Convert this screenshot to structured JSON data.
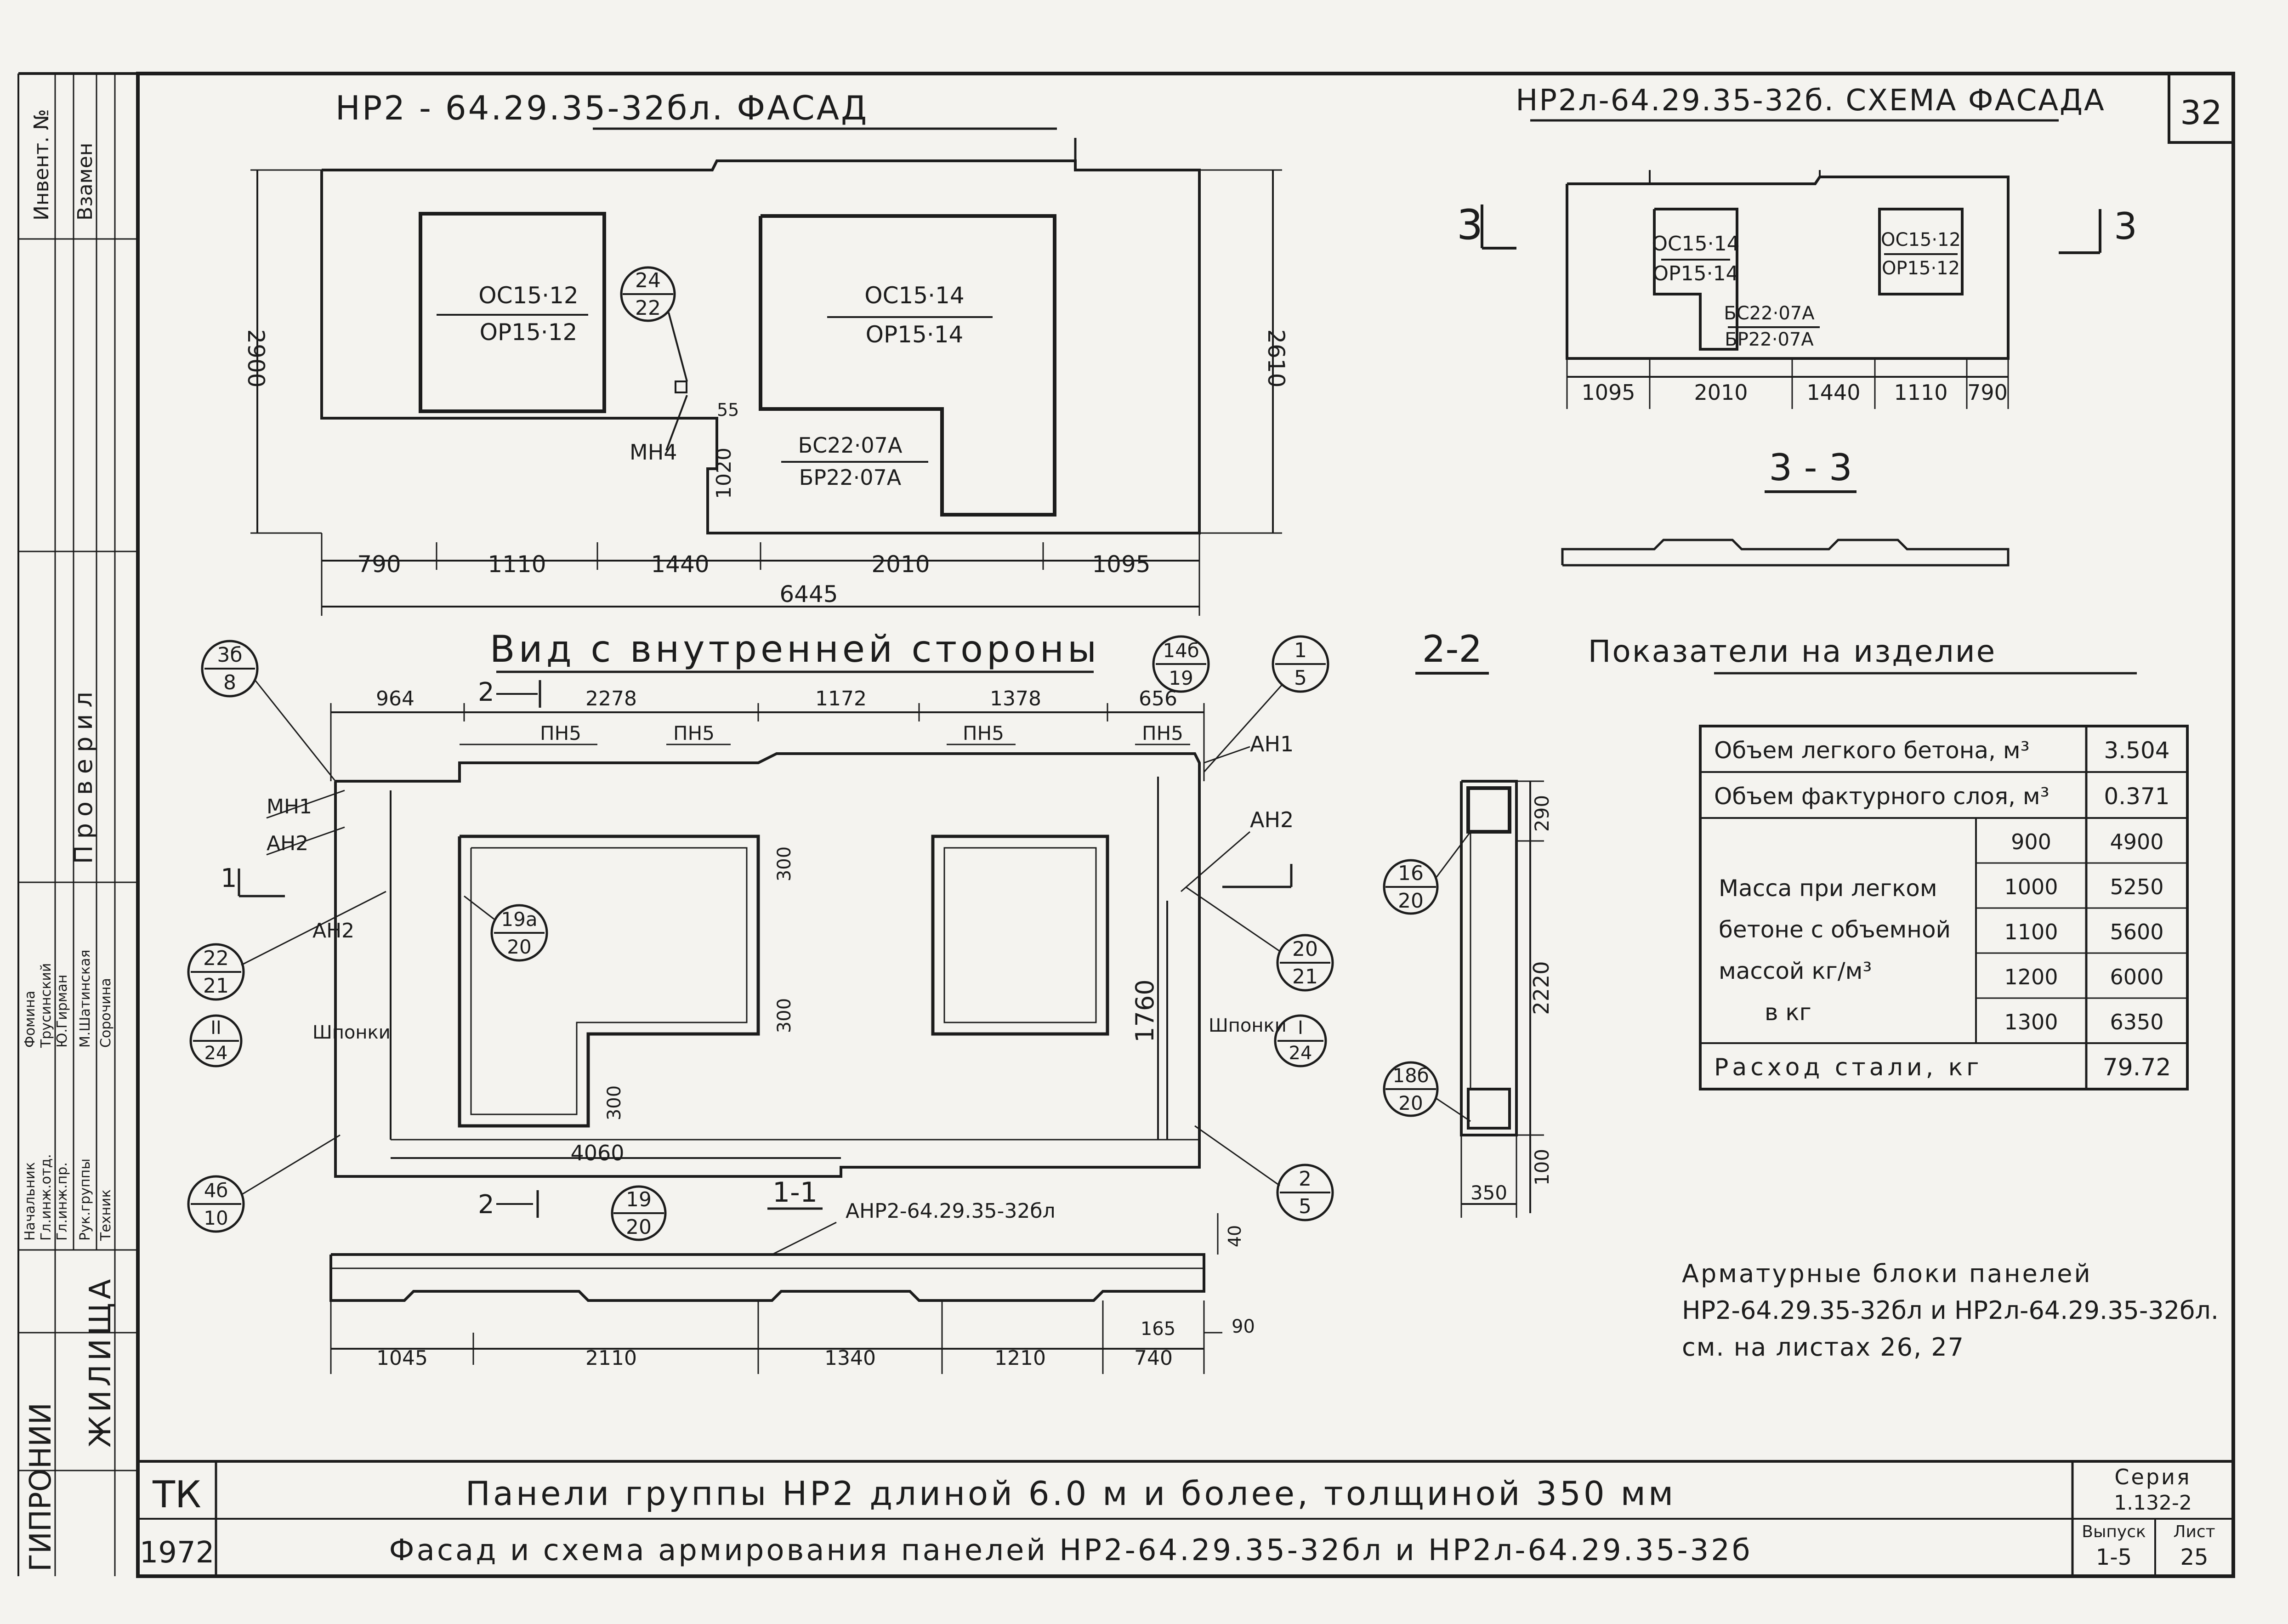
{
  "sheet_number": "32",
  "facade": {
    "title": "НР2 - 64.29.35-32бл. ФАСАД",
    "window1": {
      "top": "ОС15·12",
      "bottom": "ОР15·12"
    },
    "window2": {
      "top": "ОС15·14",
      "bottom": "ОР15·14"
    },
    "door": {
      "top": "БС22·07А",
      "bottom": "БР22·07А"
    },
    "callout": {
      "top": "24",
      "bottom": "22"
    },
    "mn_label": "МН4",
    "dims_bottom": [
      "790",
      "1110",
      "1440",
      "2010",
      "1095"
    ],
    "dim_total": "6445",
    "dim_left": "2900",
    "dim_right": "2610",
    "dim_door_height": "1020",
    "dim_small": "55"
  },
  "scheme": {
    "title": "НР2л-64.29.35-32б. СХЕМА ФАСАДА",
    "window_big": {
      "top": "ОС15·14",
      "bottom": "ОР15·14"
    },
    "window_small": {
      "top": "ОС15·12",
      "bottom": "ОР15·12"
    },
    "door": {
      "top": "БС22·07А",
      "bottom": "БР22·07А"
    },
    "dims": [
      "1095",
      "2010",
      "1440",
      "1110",
      "790"
    ],
    "cut_left": "3",
    "cut_right": "3",
    "section_label": "3 - 3"
  },
  "inner_view": {
    "title": "Вид с внутренней стороны",
    "top_dims": [
      "964",
      "2278",
      "1172",
      "1378",
      "656"
    ],
    "pn_labels": [
      "ПН5",
      "ПН5",
      "ПН5",
      "ПН5"
    ],
    "labels_left": [
      "МН1",
      "АН2",
      "АН2",
      "Шпонки"
    ],
    "labels_right": [
      "АН1",
      "АН2",
      "Шпонки"
    ],
    "cut_mark": "2",
    "cut_mark_11": "1",
    "callouts": [
      {
        "top": "3б",
        "bottom": "8"
      },
      {
        "top": "14б",
        "bottom": "19"
      },
      {
        "top": "1",
        "bottom": "5"
      },
      {
        "top": "19а",
        "bottom": "20"
      },
      {
        "top": "20",
        "bottom": "21"
      },
      {
        "top": "22",
        "bottom": "21"
      },
      {
        "top": "II",
        "bottom": "24"
      },
      {
        "top": "I",
        "bottom": "24"
      },
      {
        "top": "4б",
        "bottom": "10"
      },
      {
        "top": "2",
        "bottom": "5"
      }
    ],
    "dims_window": [
      "300",
      "300",
      "300"
    ],
    "dim_height": "1760",
    "dim_bottom": "4060"
  },
  "section_11": {
    "label": "1-1",
    "callout": {
      "top": "19",
      "bottom": "20"
    },
    "anr_label": "АНР2-64.29.35-32бл",
    "dims": [
      "1045",
      "2110",
      "1340",
      "1210",
      "740"
    ],
    "dim_165": "165",
    "dim_90": "90",
    "dim_40": "40"
  },
  "section_22": {
    "label": "2-2",
    "dims": [
      "290",
      "2220",
      "100"
    ],
    "dim_width": "350",
    "callout1": {
      "top": "16",
      "bottom": "20"
    },
    "callout2": {
      "top": "18б",
      "bottom": "20"
    }
  },
  "indicators": {
    "title": "Показатели на изделие",
    "rows": [
      {
        "label": "Объем легкого бетона, м³",
        "value": "3.504"
      },
      {
        "label": "Объем фактурного слоя, м³",
        "value": "0.371"
      }
    ],
    "mass_label": [
      "Масса при легком",
      "бетоне с объемной",
      "массой кг/м³",
      "в кг"
    ],
    "mass_rows": [
      {
        "density": "900",
        "mass": "4900"
      },
      {
        "density": "1000",
        "mass": "5250"
      },
      {
        "density": "1100",
        "mass": "5600"
      },
      {
        "density": "1200",
        "mass": "6000"
      },
      {
        "density": "1300",
        "mass": "6350"
      }
    ],
    "steel_label": "Расход стали, кг",
    "steel_value": "79.72"
  },
  "note": [
    "Арматурные блоки панелей",
    "НР2-64.29.35-32бл и НР2л-64.29.35-32бл.",
    "см. на листах 26, 27"
  ],
  "title_block": {
    "org": "ТК",
    "year": "1972",
    "line1": "Панели группы НР2 длиной 6.0 м и более, толщиной 350 мм",
    "line2": "Фасад и схема армирования панелей НР2-64.29.35-32бл и НР2л-64.29.35-32б",
    "series_label": "Серия",
    "series_value": "1.132-2",
    "issue_label": "Выпуск",
    "issue_value": "1-5",
    "sheet_label": "Лист",
    "sheet_value": "25"
  },
  "side_stamp": {
    "inv": "Инвент. №",
    "vzamen": "Взамен",
    "proveril": "Проверил",
    "zhilishcha": "ЖИЛИЩА",
    "lab": "ГИПРОНИИ",
    "names": [
      "Начальник",
      "Гл.инж.отд.",
      "Гл.инж.пр.",
      "Рук.группы",
      "Техник"
    ],
    "people": [
      "Фомина",
      "Трусинский",
      "Ю.Гирман",
      "М.Шатинская",
      "Сорочина"
    ]
  }
}
